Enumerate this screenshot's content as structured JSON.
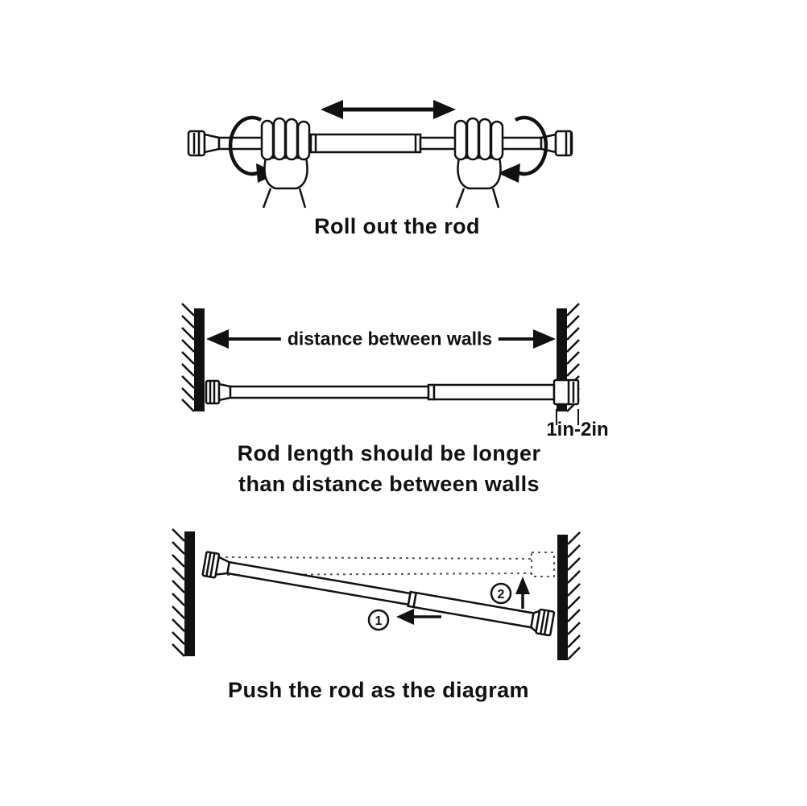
{
  "colors": {
    "ink": "#111111",
    "background": "#ffffff"
  },
  "panel1": {
    "caption": "Roll out the rod"
  },
  "panel2": {
    "distance_label": "distance between walls",
    "overlap_label": "1in-2in",
    "caption_line1": "Rod length should be longer",
    "caption_line2": "than distance between walls"
  },
  "panel3": {
    "step1": "1",
    "step2": "2",
    "caption": "Push the rod as the diagram"
  }
}
